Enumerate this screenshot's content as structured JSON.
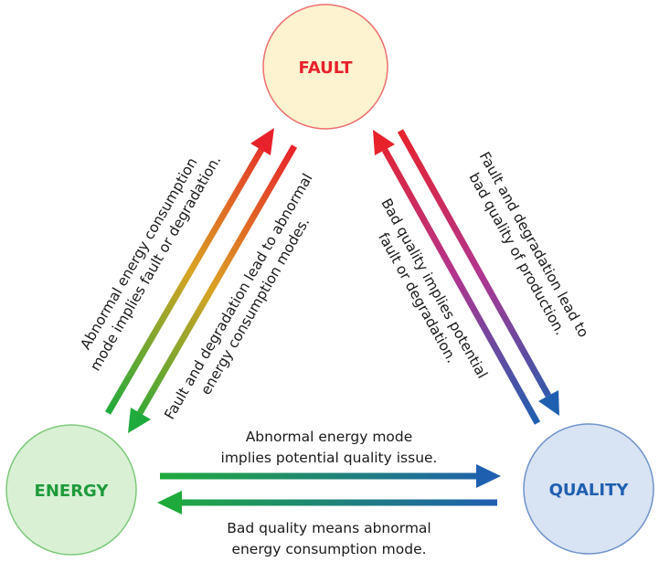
{
  "nodes": {
    "fault": {
      "label": "FAULT",
      "fill": "#fdf3d0",
      "stroke": "#ee6e6e",
      "text_color": "#e8222b"
    },
    "energy": {
      "label": "ENERGY",
      "fill": "#d9f0d5",
      "stroke": "#7dc97a",
      "text_color": "#1e9a3a"
    },
    "quality": {
      "label": "QUALITY",
      "fill": "#d8e3f3",
      "stroke": "#6f93cc",
      "text_color": "#1f5fb0"
    }
  },
  "edges": {
    "energy_to_fault": {
      "lines": [
        "Abnormal energy consumption",
        "mode implies fault or degradation."
      ]
    },
    "fault_to_energy": {
      "lines": [
        "Fault and degradation lead to abnormal",
        "energy consumption modes."
      ]
    },
    "fault_to_quality": {
      "lines": [
        "Fault and degradation lead to",
        "bad quality of production."
      ]
    },
    "quality_to_fault": {
      "lines": [
        "Bad quality implies potential",
        "fault or degradation."
      ]
    },
    "energy_to_quality": {
      "lines": [
        "Abnormal energy mode",
        "implies potential quality issue."
      ]
    },
    "quality_to_energy": {
      "lines": [
        "Bad quality means abnormal",
        "energy consumption mode."
      ]
    }
  },
  "colors": {
    "red": "#e8222b",
    "green": "#1faa3c",
    "blue": "#1f5fb0",
    "magenta": "#b2358f"
  }
}
